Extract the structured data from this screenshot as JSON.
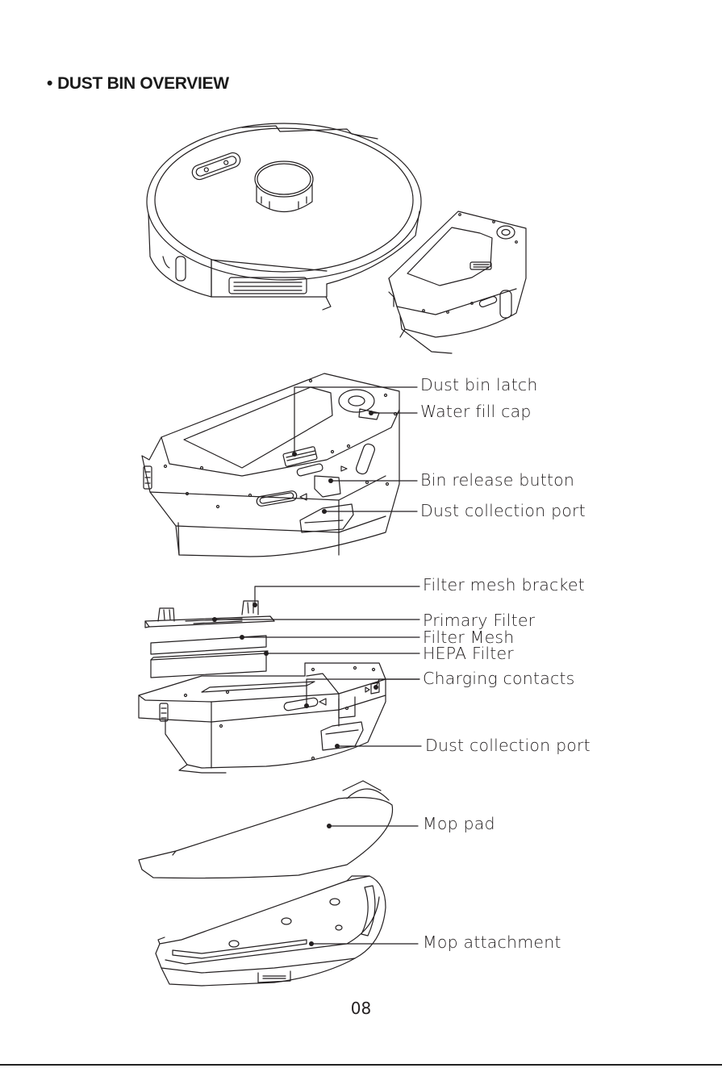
{
  "page": {
    "heading": "DUST BIN OVERVIEW",
    "bullet": "•",
    "page_number": "08"
  },
  "callouts": {
    "dust_bin_latch": "Dust bin latch",
    "water_fill_cap": "Water fill cap",
    "bin_release_button": "Bin release button",
    "dust_collection_port_top": "Dust collection port",
    "filter_mesh_bracket": "Filter mesh bracket",
    "primary_filter": "Primary Filter",
    "filter_mesh": "Filter Mesh",
    "hepa_filter": "HEPA Filter",
    "charging_contacts": "Charging contacts",
    "dust_collection_port_bottom": "Dust collection port",
    "mop_pad": "Mop pad",
    "mop_attachment": "Mop attachment"
  },
  "colors": {
    "line_art": "#231f20",
    "background": "#ffffff"
  }
}
